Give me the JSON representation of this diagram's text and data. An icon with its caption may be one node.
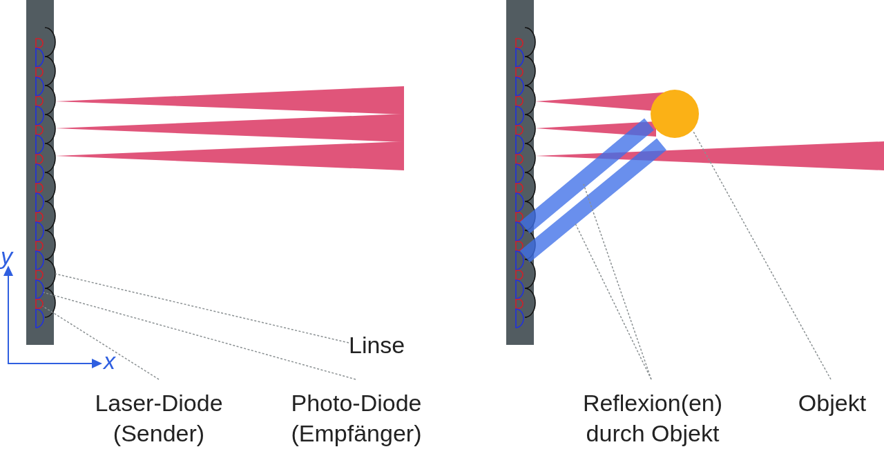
{
  "diagram": {
    "nodes": [
      {
        "text": [],
        "shape": "lens"
      },
      {
        "text": [],
        "shape": "diode"
      },
      {
        "text": [],
        "shape": "diode"
      },
      {
        "text": [],
        "shape": "beam"
      },
      {
        "text": [],
        "shape": "beam"
      },
      {
        "text": [],
        "shape": "circle"
      },
      {
        "text": [
          "Linse"
        ]
      },
      {
        "text": [
          "Laser-Diode (Sender)"
        ]
      },
      {
        "text": [
          "Photo-Diode (Empfänger)"
        ]
      },
      {
        "text": [
          "Reflexion(en) durch Objekt"
        ]
      },
      {
        "text": [
          "Objekt"
        ]
      }
    ],
    "edges": [
      {
        "from": 6,
        "to": 0,
        "arrow": "none"
      },
      {
        "from": 7,
        "to": 2,
        "arrow": "none"
      },
      {
        "from": 8,
        "to": 1,
        "arrow": "none"
      },
      {
        "from": 9,
        "to": 3,
        "arrow": "none"
      },
      {
        "from": 9,
        "to": 4,
        "arrow": "none"
      },
      {
        "from": 10,
        "to": 5,
        "arrow": "none"
      }
    ],
    "labels": [
      "y",
      "x"
    ]
  }
}
